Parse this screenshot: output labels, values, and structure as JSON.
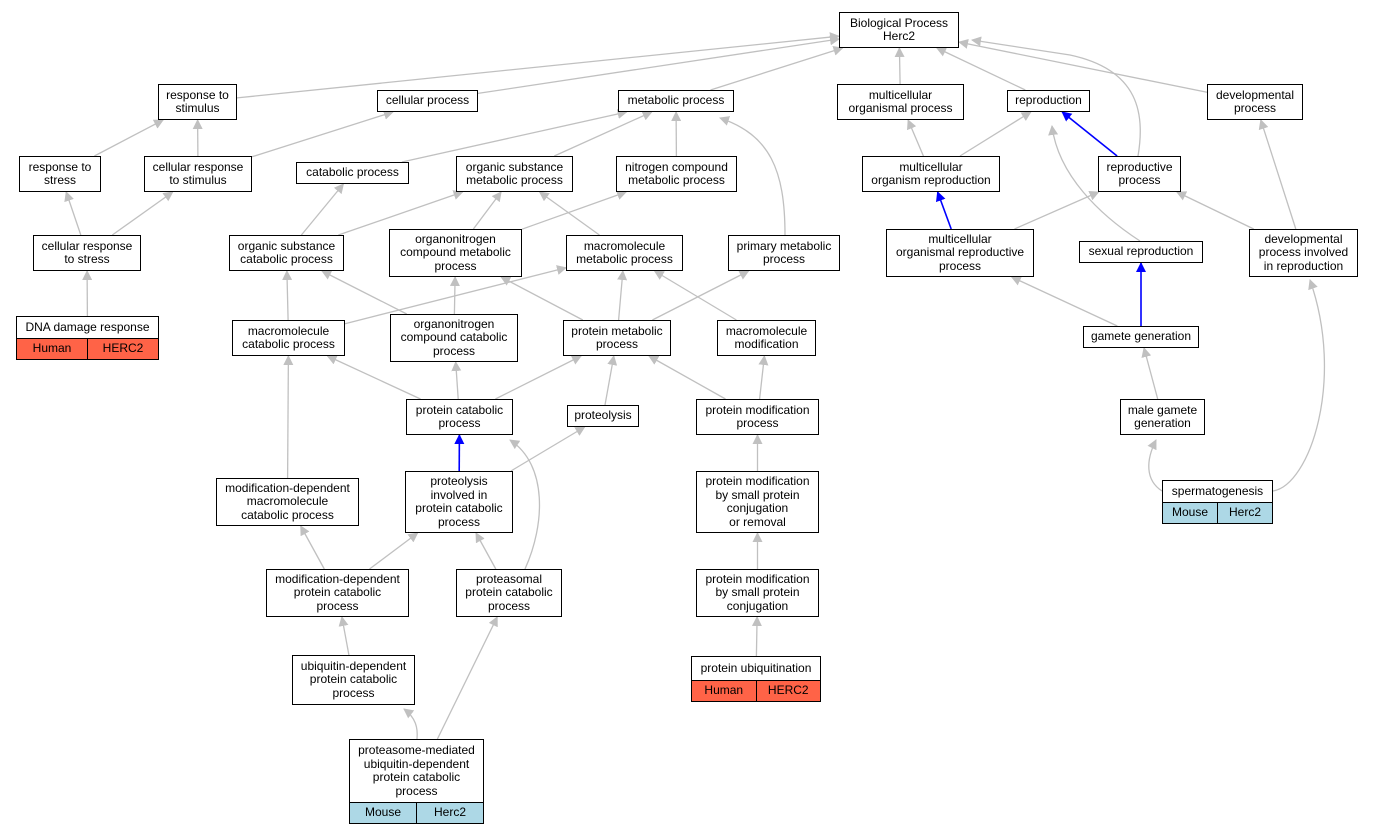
{
  "graph": {
    "nodes": [
      {
        "id": "bp",
        "label": "Biological Process\nHerc2"
      },
      {
        "id": "rts",
        "label": "response to\nstimulus"
      },
      {
        "id": "cp",
        "label": "cellular process"
      },
      {
        "id": "mp",
        "label": "metabolic process"
      },
      {
        "id": "mop",
        "label": "multicellular\norganismal process"
      },
      {
        "id": "rep",
        "label": "reproduction"
      },
      {
        "id": "dev",
        "label": "developmental\nprocess"
      },
      {
        "id": "rtstress",
        "label": "response to\nstress"
      },
      {
        "id": "crs",
        "label": "cellular response\nto stimulus"
      },
      {
        "id": "catp",
        "label": "catabolic process"
      },
      {
        "id": "osmp",
        "label": "organic substance\nmetabolic process"
      },
      {
        "id": "ncmp",
        "label": "nitrogen compound\nmetabolic process"
      },
      {
        "id": "mor",
        "label": "multicellular\norganism reproduction"
      },
      {
        "id": "rp",
        "label": "reproductive\nprocess"
      },
      {
        "id": "crstress",
        "label": "cellular response\nto stress"
      },
      {
        "id": "oscp",
        "label": "organic substance\ncatabolic process"
      },
      {
        "id": "oncmp",
        "label": "organonitrogen\ncompound metabolic\nprocess"
      },
      {
        "id": "macmp",
        "label": "macromolecule\nmetabolic process"
      },
      {
        "id": "pmp",
        "label": "primary metabolic\nprocess"
      },
      {
        "id": "morp",
        "label": "multicellular\norganismal reproductive\nprocess"
      },
      {
        "id": "sr",
        "label": "sexual reproduction"
      },
      {
        "id": "dpir",
        "label": "developmental\nprocess involved\nin reproduction"
      },
      {
        "id": "ddr",
        "label": "DNA damage response",
        "ann": [
          "Human",
          "HERC2"
        ],
        "ann_type": "human"
      },
      {
        "id": "maccp",
        "label": "macromolecule\ncatabolic process"
      },
      {
        "id": "onccp",
        "label": "organonitrogen\ncompound catabolic\nprocess"
      },
      {
        "id": "protmp",
        "label": "protein metabolic\nprocess"
      },
      {
        "id": "macmod",
        "label": "macromolecule\nmodification"
      },
      {
        "id": "gg",
        "label": "gamete generation"
      },
      {
        "id": "pcp",
        "label": "protein catabolic\nprocess"
      },
      {
        "id": "prot",
        "label": "proteolysis"
      },
      {
        "id": "pmodp",
        "label": "protein modification\nprocess"
      },
      {
        "id": "mgg",
        "label": "male gamete\ngeneration"
      },
      {
        "id": "mdmcp",
        "label": "modification-dependent\nmacromolecule\ncatabolic process"
      },
      {
        "id": "pipcp",
        "label": "proteolysis\ninvolved in\nprotein catabolic\nprocess"
      },
      {
        "id": "pmspcr",
        "label": "protein modification\nby small protein\nconjugation\nor removal"
      },
      {
        "id": "sperm",
        "label": "spermatogenesis",
        "ann": [
          "Mouse",
          "Herc2"
        ],
        "ann_type": "mouse"
      },
      {
        "id": "mdpcp",
        "label": "modification-dependent\nprotein catabolic\nprocess"
      },
      {
        "id": "propcp",
        "label": "proteasomal\nprotein catabolic\nprocess"
      },
      {
        "id": "pmspc",
        "label": "protein modification\nby small protein\nconjugation"
      },
      {
        "id": "udpcp",
        "label": "ubiquitin-dependent\nprotein catabolic\nprocess"
      },
      {
        "id": "pu",
        "label": "protein ubiquitination",
        "ann": [
          "Human",
          "HERC2"
        ],
        "ann_type": "human"
      },
      {
        "id": "pmudpcp",
        "label": "proteasome-mediated\nubiquitin-dependent\nprotein catabolic\nprocess",
        "ann": [
          "Mouse",
          "Herc2"
        ],
        "ann_type": "mouse"
      }
    ],
    "edges": [
      {
        "from": "rts",
        "to": "bp"
      },
      {
        "from": "cp",
        "to": "bp"
      },
      {
        "from": "mp",
        "to": "bp"
      },
      {
        "from": "mop",
        "to": "bp"
      },
      {
        "from": "rep",
        "to": "bp"
      },
      {
        "from": "dev",
        "to": "bp"
      },
      {
        "from": "rp",
        "to": "bp"
      },
      {
        "from": "rtstress",
        "to": "rts"
      },
      {
        "from": "crs",
        "to": "rts"
      },
      {
        "from": "crs",
        "to": "cp"
      },
      {
        "from": "catp",
        "to": "mp"
      },
      {
        "from": "osmp",
        "to": "mp"
      },
      {
        "from": "ncmp",
        "to": "mp"
      },
      {
        "from": "pmp",
        "to": "mp"
      },
      {
        "from": "mor",
        "to": "mop"
      },
      {
        "from": "mor",
        "to": "rep"
      },
      {
        "from": "rp",
        "to": "rep",
        "color": "blue"
      },
      {
        "from": "crstress",
        "to": "rtstress"
      },
      {
        "from": "crstress",
        "to": "crs"
      },
      {
        "from": "oscp",
        "to": "catp"
      },
      {
        "from": "oscp",
        "to": "osmp"
      },
      {
        "from": "oncmp",
        "to": "osmp"
      },
      {
        "from": "oncmp",
        "to": "ncmp"
      },
      {
        "from": "macmp",
        "to": "osmp"
      },
      {
        "from": "morp",
        "to": "mor",
        "color": "blue"
      },
      {
        "from": "morp",
        "to": "rp"
      },
      {
        "from": "sr",
        "to": "rep"
      },
      {
        "from": "dpir",
        "to": "rp"
      },
      {
        "from": "dpir",
        "to": "dev"
      },
      {
        "from": "ddr",
        "to": "crstress"
      },
      {
        "from": "maccp",
        "to": "oscp"
      },
      {
        "from": "maccp",
        "to": "macmp"
      },
      {
        "from": "onccp",
        "to": "oscp"
      },
      {
        "from": "onccp",
        "to": "oncmp"
      },
      {
        "from": "protmp",
        "to": "oncmp"
      },
      {
        "from": "protmp",
        "to": "macmp"
      },
      {
        "from": "protmp",
        "to": "pmp"
      },
      {
        "from": "macmod",
        "to": "macmp"
      },
      {
        "from": "gg",
        "to": "morp"
      },
      {
        "from": "gg",
        "to": "sr",
        "color": "blue"
      },
      {
        "from": "pcp",
        "to": "maccp"
      },
      {
        "from": "pcp",
        "to": "onccp"
      },
      {
        "from": "pcp",
        "to": "protmp"
      },
      {
        "from": "prot",
        "to": "protmp"
      },
      {
        "from": "pmodp",
        "to": "protmp"
      },
      {
        "from": "pmodp",
        "to": "macmod"
      },
      {
        "from": "mgg",
        "to": "gg"
      },
      {
        "from": "mdmcp",
        "to": "maccp"
      },
      {
        "from": "pipcp",
        "to": "pcp",
        "color": "blue"
      },
      {
        "from": "pipcp",
        "to": "prot"
      },
      {
        "from": "pmspcr",
        "to": "pmodp"
      },
      {
        "from": "sperm",
        "to": "mgg"
      },
      {
        "from": "sperm",
        "to": "dpir"
      },
      {
        "from": "mdpcp",
        "to": "mdmcp"
      },
      {
        "from": "mdpcp",
        "to": "pipcp"
      },
      {
        "from": "propcp",
        "to": "pipcp"
      },
      {
        "from": "propcp",
        "to": "pcp"
      },
      {
        "from": "pmspc",
        "to": "pmspcr"
      },
      {
        "from": "udpcp",
        "to": "mdpcp"
      },
      {
        "from": "pu",
        "to": "pmspc"
      },
      {
        "from": "pmudpcp",
        "to": "udpcp"
      },
      {
        "from": "pmudpcp",
        "to": "propcp"
      }
    ]
  }
}
